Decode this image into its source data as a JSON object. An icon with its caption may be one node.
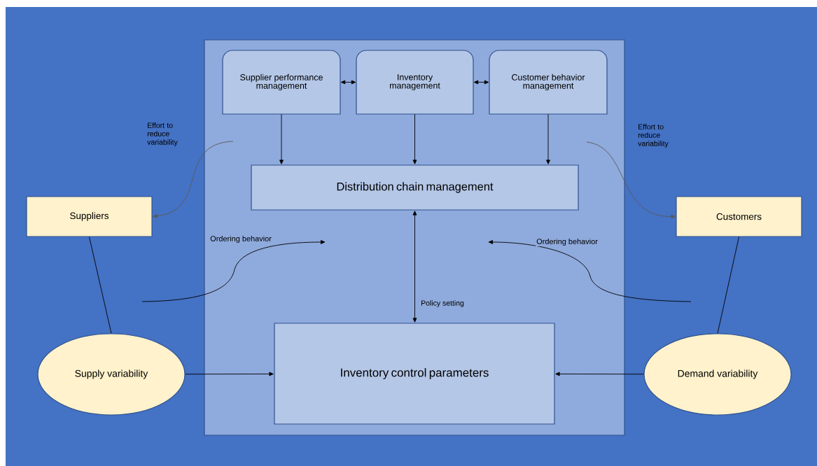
{
  "diagram": {
    "nodes": [
      {
        "text": [],
        "shape": "box"
      },
      {
        "text": [
          "Supplier performance management"
        ],
        "in": 0
      },
      {
        "text": [
          "Inventory management"
        ],
        "in": 0
      },
      {
        "text": [
          "Customer behavior management"
        ],
        "in": 0
      },
      {
        "text": [
          "Distribution chain management"
        ],
        "in": 0
      },
      {
        "text": [
          "Suppliers"
        ]
      },
      {
        "text": [
          "Customers"
        ]
      },
      {
        "text": [
          "Supply variability"
        ]
      },
      {
        "text": [
          "Demand variability"
        ]
      },
      {
        "text": [
          "Inventory control parameters"
        ],
        "in": 0
      }
    ],
    "edges": [
      {
        "from": 1,
        "to": 2,
        "arrow": "both"
      },
      {
        "from": 2,
        "to": 3,
        "arrow": "both"
      },
      {
        "from": 1,
        "to": 4,
        "arrow": "to"
      },
      {
        "from": 2,
        "to": 4,
        "arrow": "to"
      },
      {
        "from": 3,
        "to": 4,
        "arrow": "to"
      },
      {
        "from": 4,
        "to": 9,
        "arrow": "both",
        "label": "Policy setting"
      },
      {
        "from": 5,
        "to": 7,
        "arrow": "none"
      },
      {
        "from": 6,
        "to": 8,
        "arrow": "none"
      },
      {
        "from": 7,
        "to": 9,
        "arrow": "to"
      },
      {
        "from": 8,
        "to": 9,
        "arrow": "to"
      },
      {
        "from": null,
        "to": 5,
        "arrow": "to",
        "label": "Effort to reduce variability",
        "color": "#595959"
      },
      {
        "from": null,
        "to": 6,
        "arrow": "to",
        "label": "Effort to reduce variability",
        "color": "#595959"
      }
    ],
    "labels": [
      "Ordering behavior",
      "Ordering behavior"
    ]
  }
}
